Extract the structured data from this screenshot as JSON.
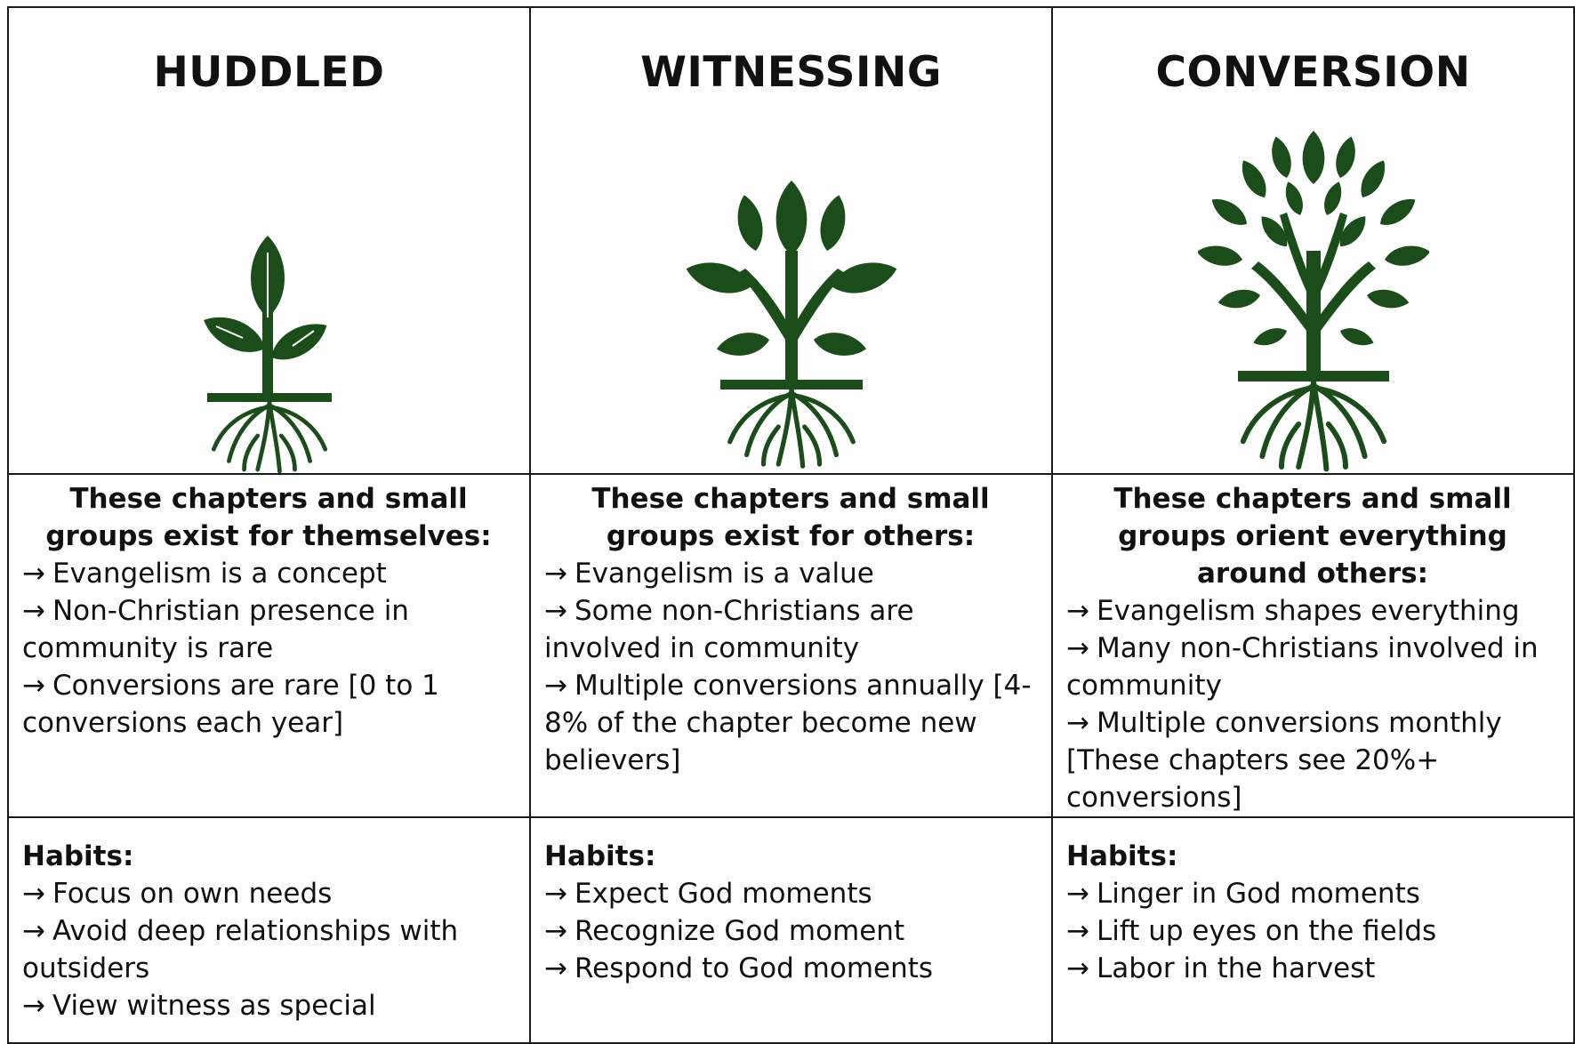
{
  "stages": [
    {
      "title": "HUDDLED",
      "icon": "sprout-icon",
      "heading": "These chapters and small groups exist for themselves:",
      "points": [
        "Evangelism is a concept",
        "Non-Christian presence in community is rare",
        "Conversions are rare [0 to 1 conversions each year]"
      ],
      "habits_label": "Habits:",
      "habits": [
        "Focus on own needs",
        "Avoid deep relationships with outsiders",
        "View witness as special"
      ]
    },
    {
      "title": "WITNESSING",
      "icon": "young-plant-icon",
      "heading": "These chapters and small groups exist for others:",
      "points": [
        "Evangelism is a value",
        "Some non-Christians are involved in community",
        "Multiple conversions annually [4-8% of the chapter become new believers]"
      ],
      "habits_label": "Habits:",
      "habits": [
        "Expect God moments",
        "Recognize God moment",
        "Respond to God moments"
      ]
    },
    {
      "title": "CONVERSION",
      "icon": "tree-icon",
      "heading": "These chapters and small groups orient everything around others:",
      "points": [
        "Evangelism shapes everything",
        "Many non-Christians involved in community",
        "Multiple conversions monthly [These chapters see 20%+ conversions]"
      ],
      "habits_label": "Habits:",
      "habits": [
        "Linger in God moments",
        "Lift up eyes on the fields",
        "Labor in the harvest"
      ]
    }
  ],
  "arrow_glyph": "→",
  "colors": {
    "plant": "#1a4d1a",
    "border": "#1a1a1a"
  }
}
